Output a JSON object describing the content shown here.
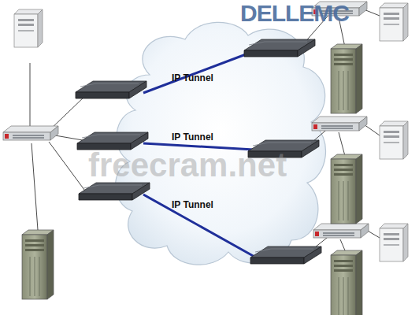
{
  "diagram": {
    "labels": [
      "IP Tunnel",
      "IP Tunnel",
      "IP Tunnel",
      "DELLEMC",
      "freecram.net"
    ]
  }
}
